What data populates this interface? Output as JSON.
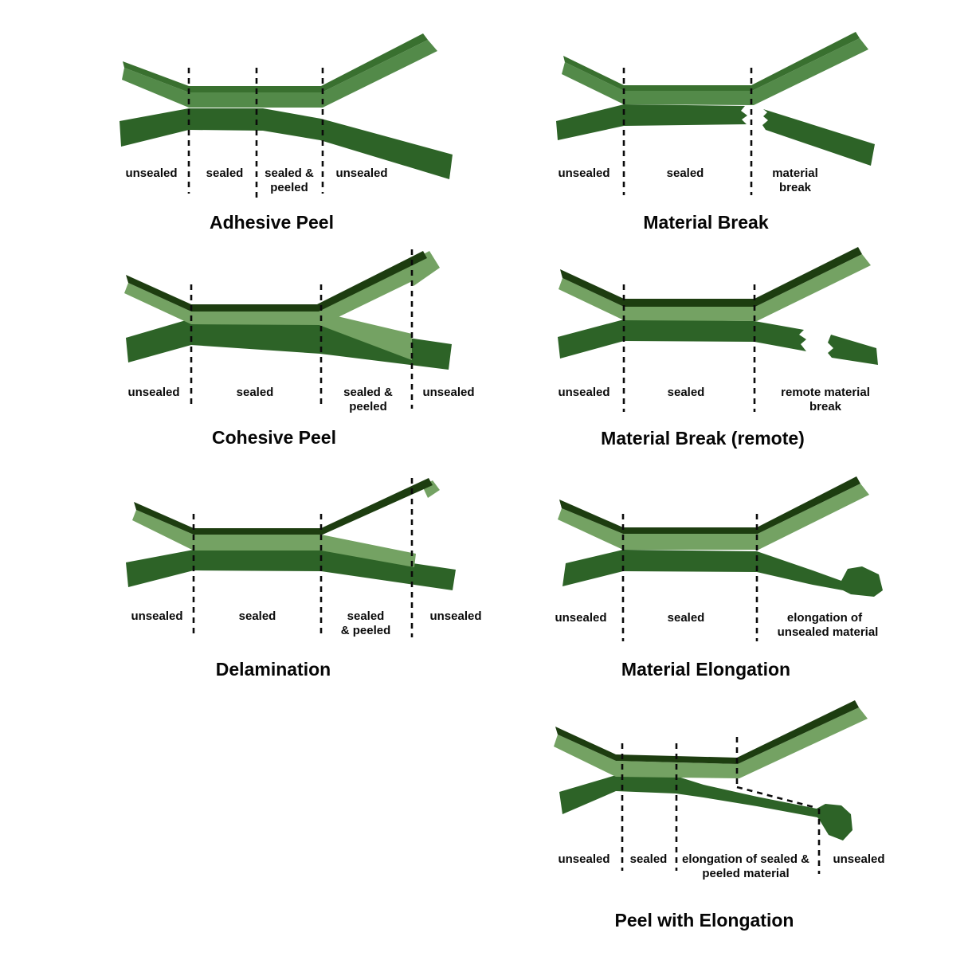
{
  "palette": {
    "background": "#ffffff",
    "film_dark": "#1d3d10",
    "edge_mid": "#39702f",
    "mid_green": "#538a49",
    "light_green": "#74a263",
    "dark_green": "#2d6327",
    "text": "#0a0a0a"
  },
  "panels": [
    {
      "id": "adhesive-peel",
      "title": "Adhesive Peel",
      "labels": [
        {
          "lines": [
            "unsealed"
          ]
        },
        {
          "lines": [
            "sealed"
          ]
        },
        {
          "lines": [
            "sealed &",
            "peeled"
          ]
        },
        {
          "lines": [
            "unsealed"
          ]
        }
      ]
    },
    {
      "id": "material-break",
      "title": "Material Break",
      "labels": [
        {
          "lines": [
            "unsealed"
          ]
        },
        {
          "lines": [
            "sealed"
          ]
        },
        {
          "lines": [
            "material",
            "break"
          ]
        }
      ]
    },
    {
      "id": "cohesive-peel",
      "title": "Cohesive Peel",
      "labels": [
        {
          "lines": [
            "unsealed"
          ]
        },
        {
          "lines": [
            "sealed"
          ]
        },
        {
          "lines": [
            "sealed &",
            "peeled"
          ]
        },
        {
          "lines": [
            "unsealed"
          ]
        }
      ]
    },
    {
      "id": "material-break-remote",
      "title": "Material Break (remote)",
      "labels": [
        {
          "lines": [
            "unsealed"
          ]
        },
        {
          "lines": [
            "sealed"
          ]
        },
        {
          "lines": [
            "remote material",
            "break"
          ]
        }
      ]
    },
    {
      "id": "delamination",
      "title": "Delamination",
      "labels": [
        {
          "lines": [
            "unsealed"
          ]
        },
        {
          "lines": [
            "sealed"
          ]
        },
        {
          "lines": [
            "sealed",
            "& peeled"
          ]
        },
        {
          "lines": [
            "unsealed"
          ]
        }
      ]
    },
    {
      "id": "material-elongation",
      "title": "Material Elongation",
      "labels": [
        {
          "lines": [
            "unsealed"
          ]
        },
        {
          "lines": [
            "sealed"
          ]
        },
        {
          "lines": [
            "elongation of",
            "unsealed material"
          ]
        }
      ]
    },
    {
      "id": "peel-with-elongation",
      "title": "Peel with Elongation",
      "labels": [
        {
          "lines": [
            "unsealed"
          ]
        },
        {
          "lines": [
            "sealed"
          ]
        },
        {
          "lines": [
            "elongation of sealed &",
            "peeled material"
          ]
        },
        {
          "lines": [
            "unsealed"
          ]
        }
      ]
    }
  ]
}
